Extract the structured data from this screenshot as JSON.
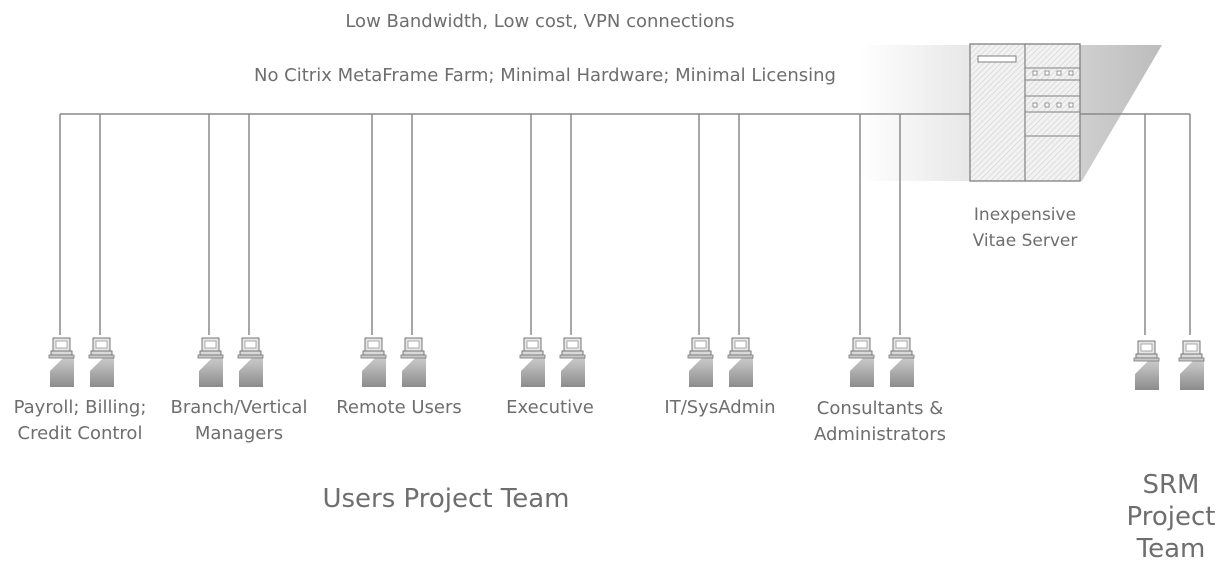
{
  "header": {
    "line1": "Low Bandwidth, Low cost, VPN connections",
    "line2": "No Citrix MetaFrame Farm; Minimal Hardware; Minimal Licensing"
  },
  "server": {
    "icon": "server-tower-icon",
    "label_line1": "Inexpensive",
    "label_line2": "Vitae Server"
  },
  "groups": [
    {
      "line1": "Payroll; Billing;",
      "line2": "Credit Control"
    },
    {
      "line1": "Branch/Vertical",
      "line2": "Managers"
    },
    {
      "line1": "Remote Users",
      "line2": ""
    },
    {
      "line1": "Executive",
      "line2": ""
    },
    {
      "line1": "IT/SysAdmin",
      "line2": ""
    },
    {
      "line1": "Consultants &",
      "line2": "Administrators"
    }
  ],
  "teams": {
    "users": "Users Project Team",
    "srm_line1": "SRM",
    "srm_line2": "Project",
    "srm_line3": "Team"
  },
  "colors": {
    "line": "#8a8a8a",
    "text": "#6e6e6e",
    "shadow": "#b8b8b8"
  }
}
